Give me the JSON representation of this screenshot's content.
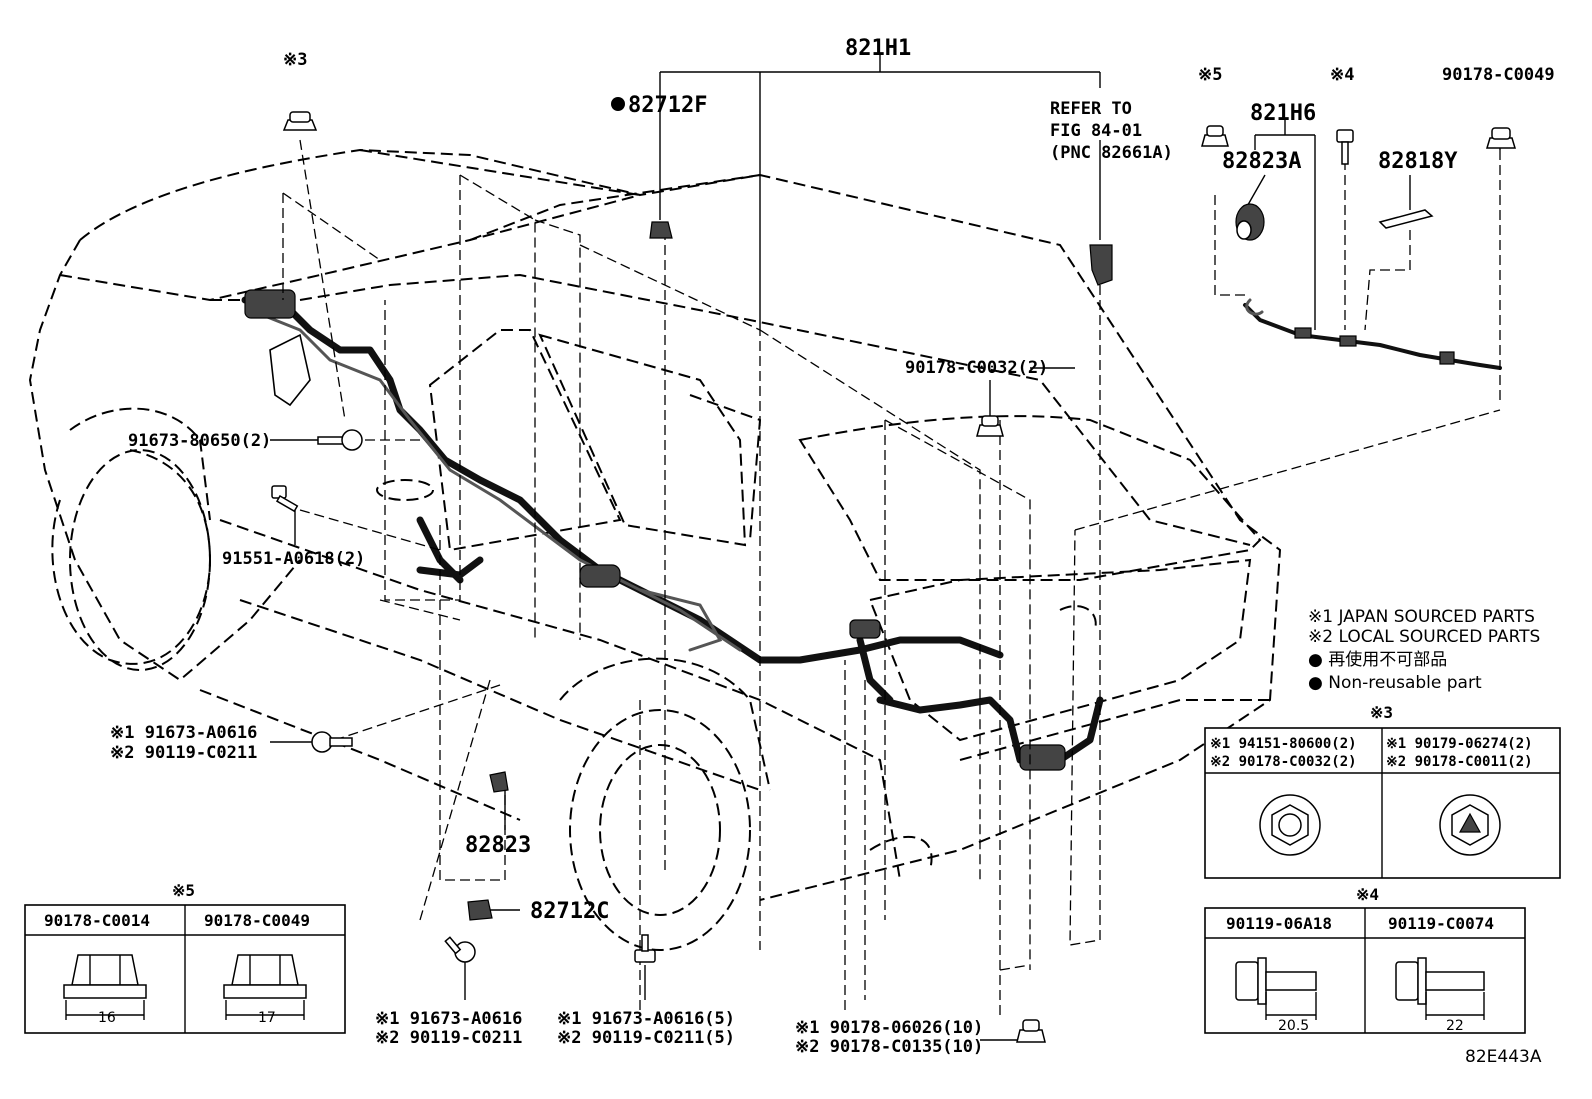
{
  "labels": {
    "main_harness": "821H1",
    "clip_top": "82712F",
    "refer_line1": "REFER TO",
    "refer_line2": "FIG 84-01",
    "refer_line3": "(PNC 82661A)",
    "ref3": "※3",
    "ref5": "※5",
    "ref4": "※4",
    "sub_harness": "821H6",
    "grommet": "82823A",
    "protector": "82818Y",
    "nut_top_right": "90178-C0049",
    "nut_roof": "90178-C0032(2)",
    "bolt_front": "91673-80650(2)",
    "bolt_side": "91551-A0618(2)",
    "bolt_left_1": "※1 91673-A0616",
    "bolt_left_2": "※2 90119-C0211",
    "grommet_low": "82823",
    "clip_low": "82712C",
    "bolt_bottom_a1": "※1 91673-A0616",
    "bolt_bottom_a2": "※2 90119-C0211",
    "bolt_bottom_b1": "※1 91673-A0616(5)",
    "bolt_bottom_b2": "※2 90119-C0211(5)",
    "nut_bottom_1": "※1 90178-06026(10)",
    "nut_bottom_2": "※2 90178-C0135(10)",
    "figure_code": "82E443A"
  },
  "legend": {
    "line1": "※1 JAPAN SOURCED PARTS",
    "line2": "※2 LOCAL SOURCED PARTS",
    "line3": "● 再使用不可部品",
    "line4": "● Non-reusable part"
  },
  "table3": {
    "ref": "※3",
    "left_1": "※1 94151-80600(2)",
    "left_2": "※2 90178-C0032(2)",
    "right_1": "※1 90179-06274(2)",
    "right_2": "※2 90178-C0011(2)"
  },
  "table4": {
    "ref": "※4",
    "col1": "90119-06A18",
    "col2": "90119-C0074",
    "dim1": "20.5",
    "dim2": "22"
  },
  "table5": {
    "ref": "※5",
    "col1": "90178-C0014",
    "col2": "90178-C0049",
    "dim1": "16",
    "dim2": "17"
  }
}
